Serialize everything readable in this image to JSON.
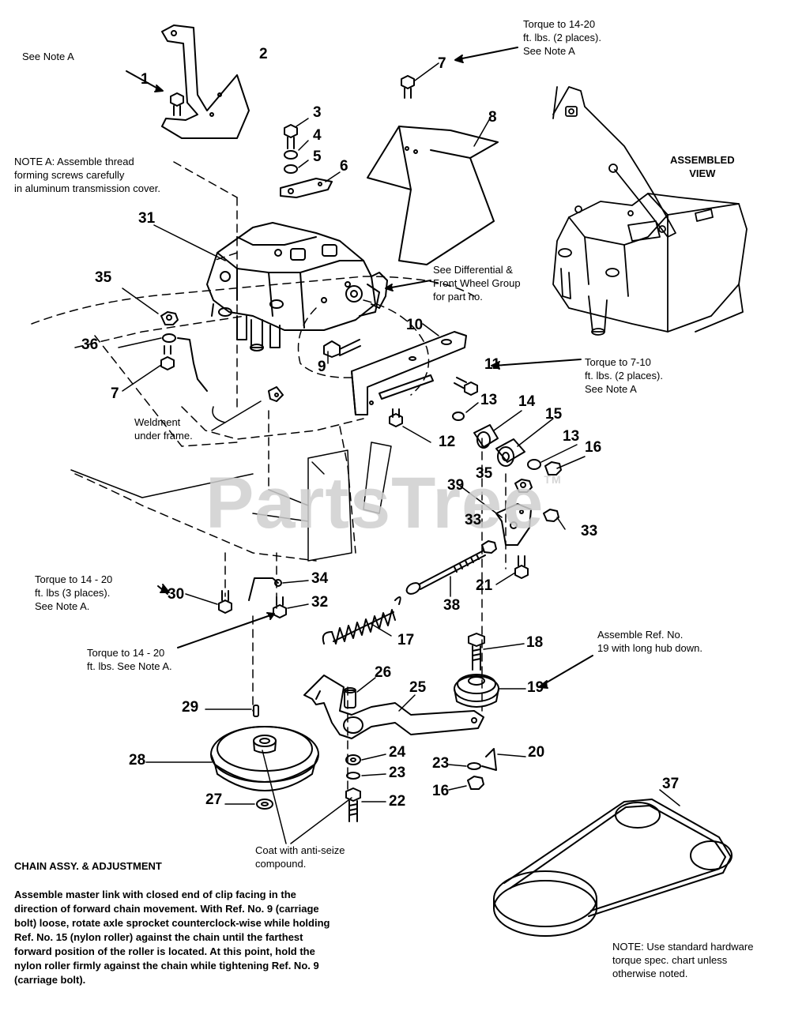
{
  "watermark": {
    "text": "PartsTree",
    "tm": "TM"
  },
  "notes": {
    "see_note_a_top": "See Note A",
    "note_a": "NOTE A: Assemble thread\nforming screws carefully\nin aluminum transmission cover.",
    "torque_7": "Torque to 14-20\nft. lbs. (2 places).\nSee Note A",
    "assembled_view": "ASSEMBLED\nVIEW",
    "see_differential": "See Differential &\nFront Wheel Group\nfor part no.",
    "torque_11": "Torque to 7-10\nft. lbs. (2 places).\nSee Note A",
    "weldment": "Weldment\nunder frame.",
    "torque_30": "Torque to 14 - 20\nft. lbs (3 places).\nSee Note A.",
    "torque_32": "Torque to 14 - 20\nft. lbs. See Note A.",
    "assemble_19": "Assemble Ref. No.\n19 with long hub down.",
    "anti_seize": "Coat with anti-seize\ncompound.",
    "chain_title": "CHAIN ASSY. & ADJUSTMENT",
    "chain_body": "Assemble master link with closed end of clip facing in the direction of forward chain movement. With Ref. No. 9 (carriage bolt) loose, rotate axle sprocket counterclock-wise while holding Ref. No. 15 (nylon roller) against the chain until the farthest forward position of the roller is located. At this point, hold the nylon roller firmly against the chain while tightening Ref. No. 9 (carriage bolt).",
    "hardware_note": "NOTE: Use standard hardware\ntorque spec. chart unless\notherwise noted."
  },
  "callouts": {
    "n1": "1",
    "n2": "2",
    "n3": "3",
    "n4": "4",
    "n5": "5",
    "n6": "6",
    "n7a": "7",
    "n7b": "7",
    "n8": "8",
    "n9": "9",
    "n10": "10",
    "n11": "11",
    "n12": "12",
    "n13a": "13",
    "n13b": "13",
    "n14": "14",
    "n15": "15",
    "n16a": "16",
    "n16b": "16",
    "n17": "17",
    "n18": "18",
    "n19": "19",
    "n20": "20",
    "n21": "21",
    "n22": "22",
    "n23a": "23",
    "n23b": "23",
    "n24": "24",
    "n25": "25",
    "n26": "26",
    "n27": "27",
    "n28": "28",
    "n29": "29",
    "n30": "30",
    "n31": "31",
    "n32": "32",
    "n33a": "33",
    "n33b": "33",
    "n34": "34",
    "n35a": "35",
    "n35b": "35",
    "n36": "36",
    "n37": "37",
    "n38": "38",
    "n39": "39"
  }
}
